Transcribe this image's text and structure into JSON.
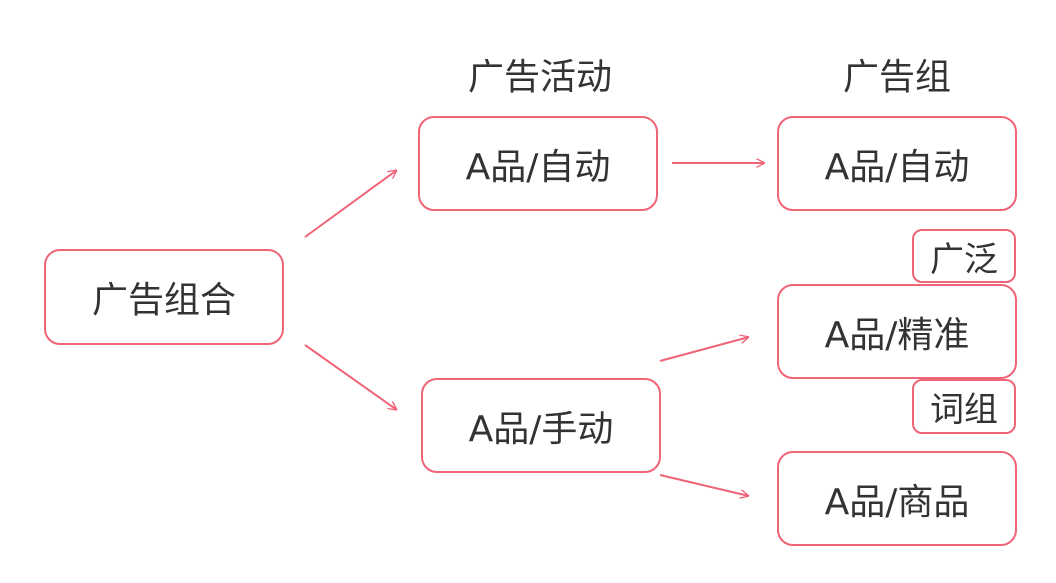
{
  "headers": {
    "campaign": "广告活动",
    "ad_group": "广告组"
  },
  "nodes": {
    "portfolio": "广告组合",
    "campaign_auto": "A品/自动",
    "campaign_manual": "A品/手动",
    "group_auto": "A品/自动",
    "group_exact": "A品/精准",
    "group_product": "A品/商品"
  },
  "tags": {
    "broad": "广泛",
    "phrase": "词组"
  },
  "colors": {
    "accent": "#f06478",
    "text": "#333333"
  }
}
